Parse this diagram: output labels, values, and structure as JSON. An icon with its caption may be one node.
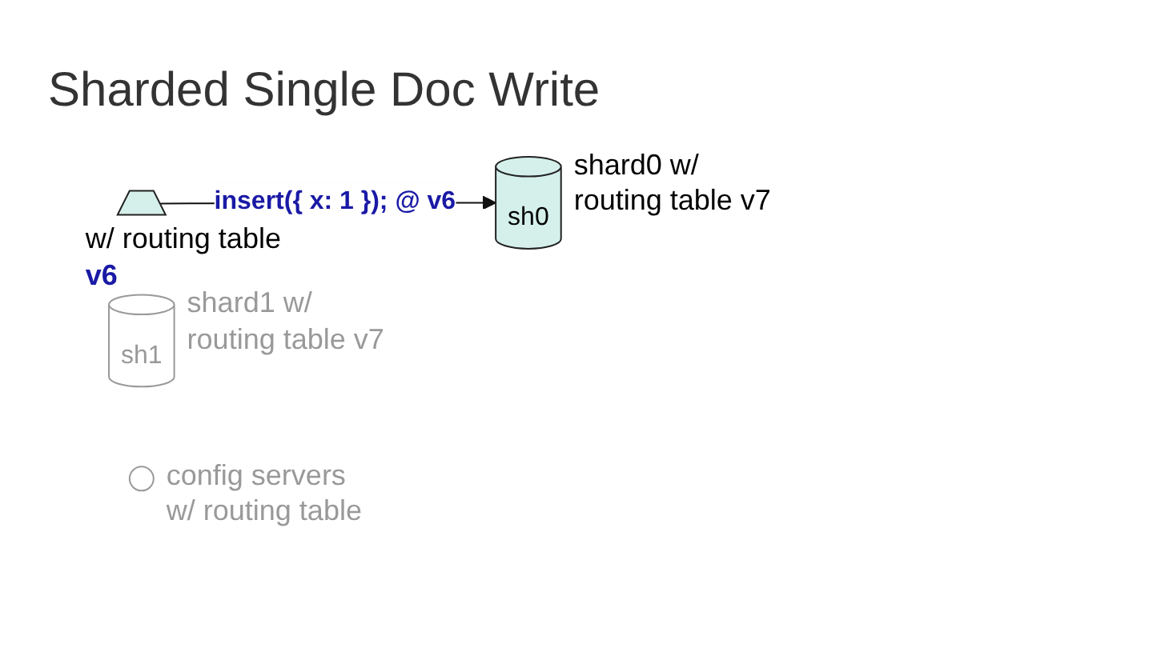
{
  "diagram": {
    "title": "Sharded Single Doc Write",
    "nodes": [
      {
        "text": [],
        "shape": "trapezoid",
        "beside": [
          "w/ routing table",
          "v6"
        ]
      },
      {
        "text": [
          "sh0"
        ],
        "beside": [
          "shard0 w/ routing table v7"
        ]
      },
      {
        "text": [
          "sh1"
        ],
        "beside": [
          "shard1 w/ routing table v7"
        ]
      },
      {
        "text": [],
        "shape": "circle",
        "beside": [
          "config servers w/ routing table"
        ]
      }
    ],
    "edges": [
      {
        "from": 0,
        "to": 1,
        "arrow": "to",
        "label": "insert({ x: 1 }); @ v6"
      }
    ]
  }
}
